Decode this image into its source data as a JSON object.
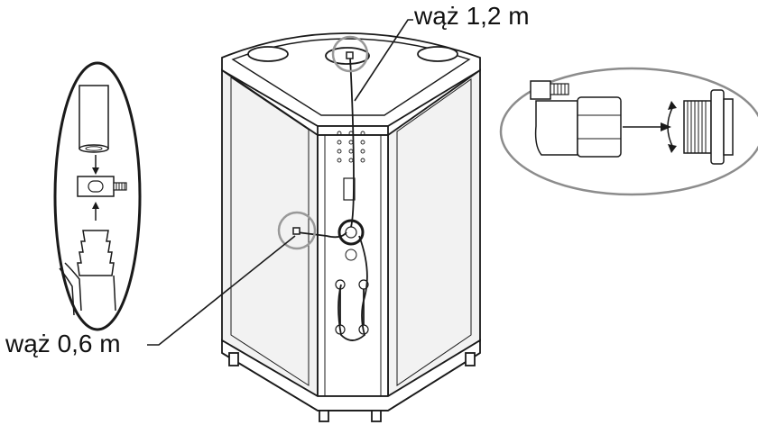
{
  "labels": {
    "hose_long": "wąż 1,2 m",
    "hose_short": "wąż 0,6 m"
  },
  "colors": {
    "line": "#1a1a1a",
    "panel_fill": "#f2f2f2",
    "marker_circle": "#999999",
    "inset_border": "#8c8c8c"
  },
  "icons": {
    "inset_left": "hose-clamp-detail",
    "inset_right": "threaded-connector-detail"
  }
}
